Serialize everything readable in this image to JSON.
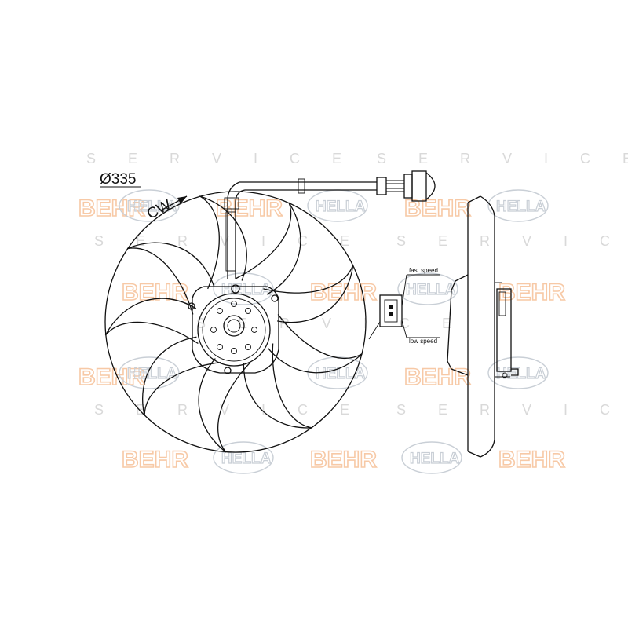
{
  "drawing": {
    "diameter_label": "Ø335",
    "rotation_label": "CW",
    "connector_fast_label": "fast speed",
    "connector_low_label": "low speed"
  },
  "watermark": {
    "service_text": "S E R V I C E",
    "behr_text": "BEHR",
    "hella_text": "HELLA",
    "behr_color": "#f7c9a6",
    "hella_color": "#c9cfd6",
    "service_color": "#d9d9d9"
  }
}
